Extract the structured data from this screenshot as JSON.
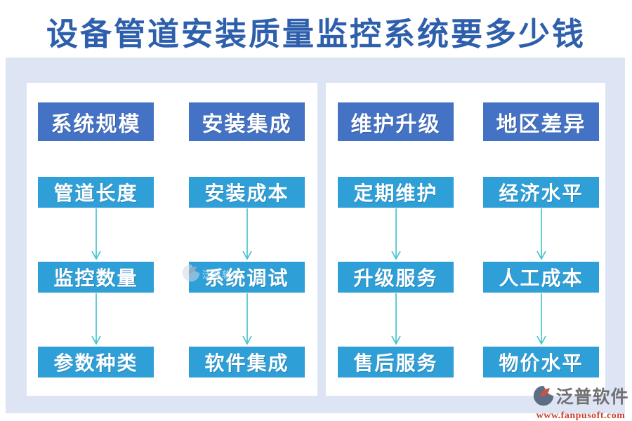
{
  "title": "设备管道安装质量监控系统要多少钱",
  "panels": [
    {
      "columns": [
        {
          "header": "系统规模",
          "items": [
            "管道长度",
            "监控数量",
            "参数种类"
          ]
        },
        {
          "header": "安装集成",
          "items": [
            "安装成本",
            "系统调试",
            "软件集成"
          ]
        }
      ]
    },
    {
      "columns": [
        {
          "header": "维护升级",
          "items": [
            "定期维护",
            "升级服务",
            "售后服务"
          ]
        },
        {
          "header": "地区差异",
          "items": [
            "经济水平",
            "人工成本",
            "物价水平"
          ]
        }
      ]
    }
  ],
  "watermark": {
    "brand": "泛普软件"
  },
  "footer_logo": {
    "brand": "泛普软件",
    "url": "www.fanpusoft.com"
  },
  "icons": {
    "flow_arrow": "down-arrow-icon",
    "brand_logo": "fanpu-circle-logo-icon"
  },
  "colors": {
    "title_blue": "#2e5fac",
    "header_blue": "#4472c4",
    "item_cyan": "#2f9fd8",
    "arrow_teal": "#46c4cc",
    "background_band": "#dde4f4",
    "panel_white": "#ffffff",
    "logo_gray": "#717174",
    "logo_red": "#c84432"
  }
}
